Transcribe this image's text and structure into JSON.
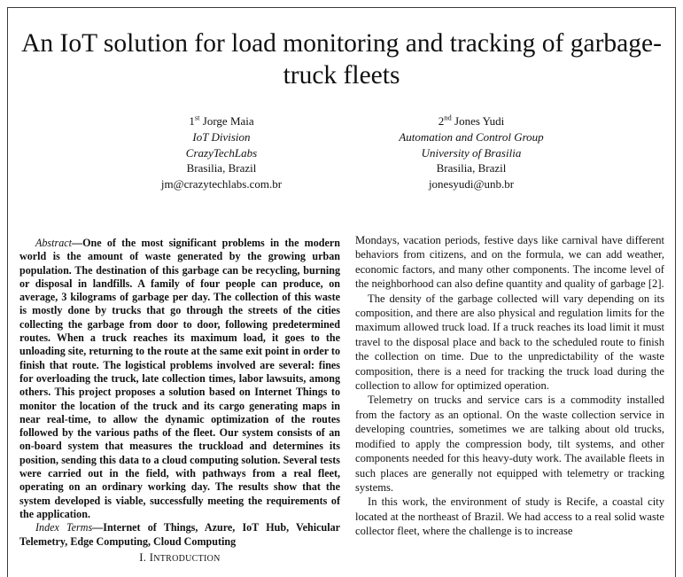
{
  "paper": {
    "title": "An IoT solution for load monitoring and tracking of garbage-truck fleets",
    "authors": [
      {
        "ordinal": "1",
        "ordinal_suffix": "st",
        "name": "Jorge Maia",
        "division": "IoT Division",
        "organization": "CrazyTechLabs",
        "location": "Brasilia, Brazil",
        "email": "jm@crazytechlabs.com.br"
      },
      {
        "ordinal": "2",
        "ordinal_suffix": "nd",
        "name": "Jones Yudi",
        "division": "Automation and Control Group",
        "organization": "University of Brasilia",
        "location": "Brasilia, Brazil",
        "email": "jonesyudi@unb.br"
      }
    ],
    "abstract_label": "Abstract",
    "abstract_dash": "—",
    "abstract_text": "One of the most significant problems in the modern world is the amount of waste generated by the growing urban population. The destination of this garbage can be recycling, burning or disposal in landfills. A family of four people can produce, on average, 3 kilograms of garbage per day. The collection of this waste is mostly done by trucks that go through the streets of the cities collecting the garbage from door to door, following predetermined routes. When a truck reaches its maximum load, it goes to the unloading site, returning to the route at the same exit point in order to finish that route. The logistical problems involved are several: fines for overloading the truck, late collection times, labor lawsuits, among others. This project proposes a solution based on Internet Things to monitor the location of the truck and its cargo generating maps in near real-time, to allow the dynamic optimization of the routes followed by the various paths of the fleet. Our system consists of an on-board system that measures the truckload and determines its position, sending this data to a cloud computing solution. Several tests were carried out in the field, with pathways from a real fleet, operating on an ordinary working day. The results show that the system developed is viable, successfully meeting the requirements of the application.",
    "index_terms_label": "Index Terms",
    "index_terms_dash": "—",
    "index_terms_text": "Internet of Things, Azure, IoT Hub, Vehicular Telemetry, Edge Computing, Cloud Computing",
    "section_number": "I.",
    "section_title_first": "I",
    "section_title_rest": "NTRODUCTION",
    "body_paragraphs": [
      "Mondays, vacation periods, festive days like carnival have different behaviors from citizens, and on the formula, we can add weather, economic factors, and many other components. The income level of the neighborhood can also define quantity and quality of garbage [2].",
      "The density of the garbage collected will vary depending on its composition, and there are also physical and regulation limits for the maximum allowed truck load. If a truck reaches its load limit it must travel to the disposal place and back to the scheduled route to finish the collection on time. Due to the unpredictability of the waste composition, there is a need for tracking the truck load during the collection to allow for optimized operation.",
      "Telemetry on trucks and service cars is a commodity installed from the factory as an optional. On the waste collection service in developing countries, sometimes we are talking about old trucks, modified to apply the compression body, tilt systems, and other components needed for this heavy-duty work. The available fleets in such places are generally not equipped with telemetry or tracking systems.",
      "In this work, the environment of study is Recife, a coastal city located at the northeast of Brazil. We had access to a real solid waste collector fleet, where the challenge is to increase"
    ]
  }
}
